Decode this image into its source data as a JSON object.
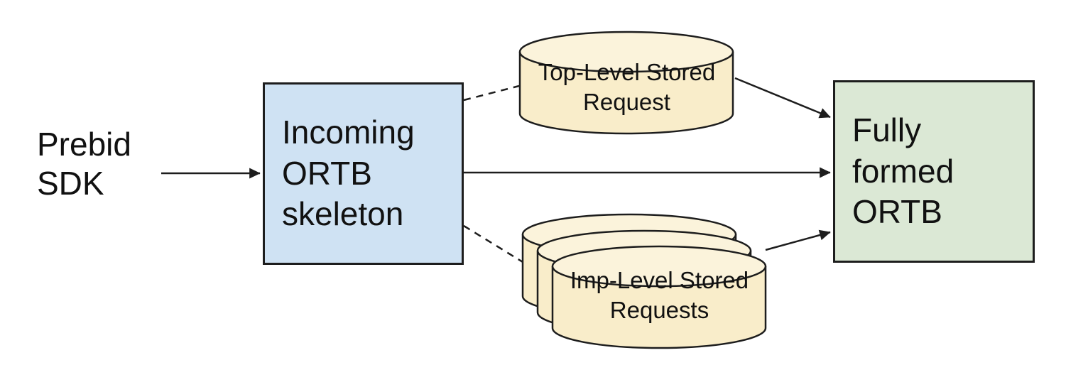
{
  "colors": {
    "box-blue": "#cfe2f3",
    "box-green": "#dbe8d5",
    "cyl-body": "#f9edca",
    "cyl-top": "#fbf3db",
    "stroke": "#1d1d1d",
    "text": "#111111"
  },
  "nodes": {
    "prebid_sdk": {
      "label": "Prebid\nSDK",
      "shape": "text"
    },
    "incoming_ortb": {
      "label": "Incoming\nORTB\nskeleton",
      "shape": "rectangle",
      "fill": "#cfe2f3"
    },
    "top_level_stored_request": {
      "label": "Top-Level Stored\nRequest",
      "shape": "cylinder",
      "fill": "#f9edca"
    },
    "imp_level_stored_requests": {
      "label": "Imp-Level Stored\nRequests",
      "shape": "stacked-cylinders",
      "count": 3,
      "fill": "#f9edca"
    },
    "fully_formed_ortb": {
      "label": "Fully\nformed\nORTB",
      "shape": "rectangle",
      "fill": "#dbe8d5"
    }
  },
  "connectors": [
    {
      "from": "prebid_sdk",
      "to": "incoming_ortb",
      "style": "solid",
      "arrowhead": true
    },
    {
      "from": "incoming_ortb",
      "to": "top_level_stored_request",
      "style": "dashed",
      "arrowhead": false
    },
    {
      "from": "top_level_stored_request",
      "to": "fully_formed_ortb",
      "style": "solid",
      "arrowhead": true
    },
    {
      "from": "incoming_ortb",
      "to": "fully_formed_ortb",
      "style": "solid",
      "arrowhead": true
    },
    {
      "from": "incoming_ortb",
      "to": "imp_level_stored_requests",
      "style": "dashed",
      "arrowhead": false
    },
    {
      "from": "imp_level_stored_requests",
      "to": "fully_formed_ortb",
      "style": "solid",
      "arrowhead": true
    }
  ]
}
